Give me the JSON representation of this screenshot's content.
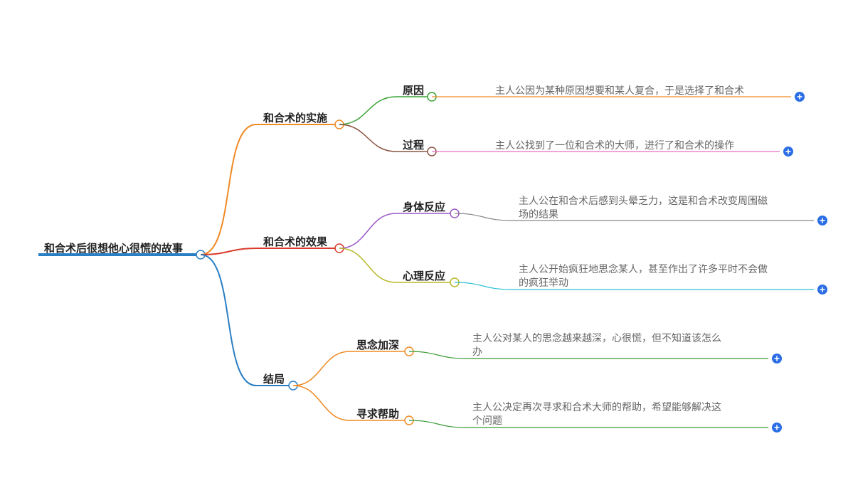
{
  "root": {
    "label": "和合术后很想他心很慌的故事",
    "color": "#2a7fc4"
  },
  "branches": [
    {
      "label": "和合术的实施",
      "color": "#f08a24",
      "children": [
        {
          "label": "原因",
          "color": "#3aa235",
          "line_color": "#f08a24",
          "leaf": [
            "主人公因为某种原因想要和某人复合，于是选择了和合术"
          ]
        },
        {
          "label": "过程",
          "color": "#8a5340",
          "line_color": "#e86fc4",
          "leaf": [
            "主人公找到了一位和合术的大师，进行了和合术的操作"
          ]
        }
      ]
    },
    {
      "label": "和合术的效果",
      "color": "#d93a2b",
      "children": [
        {
          "label": "身体反应",
          "color": "#9b59c6",
          "line_color": "#888888",
          "leaf": [
            "主人公在和合术后感到头晕乏力，这是和合术改变周围磁",
            "场的结果"
          ]
        },
        {
          "label": "心理反应",
          "color": "#b8b82a",
          "line_color": "#2bbfd4",
          "leaf": [
            "主人公开始疯狂地思念某人，甚至作出了许多平时不会做",
            "的疯狂举动"
          ]
        }
      ]
    },
    {
      "label": "结局",
      "color": "#2a7fc4",
      "children": [
        {
          "label": "思念加深",
          "color": "#f08a24",
          "line_color": "#3a9a35",
          "leaf": [
            "主人公对某人的思念越来越深，心很慌，但不知道该怎么",
            "办"
          ]
        },
        {
          "label": "寻求帮助",
          "color": "#f08a24",
          "line_color": "#3a9a35",
          "leaf": [
            "主人公决定再次寻求和合术大师的帮助，希望能够解决这",
            "个问题"
          ]
        }
      ]
    }
  ]
}
